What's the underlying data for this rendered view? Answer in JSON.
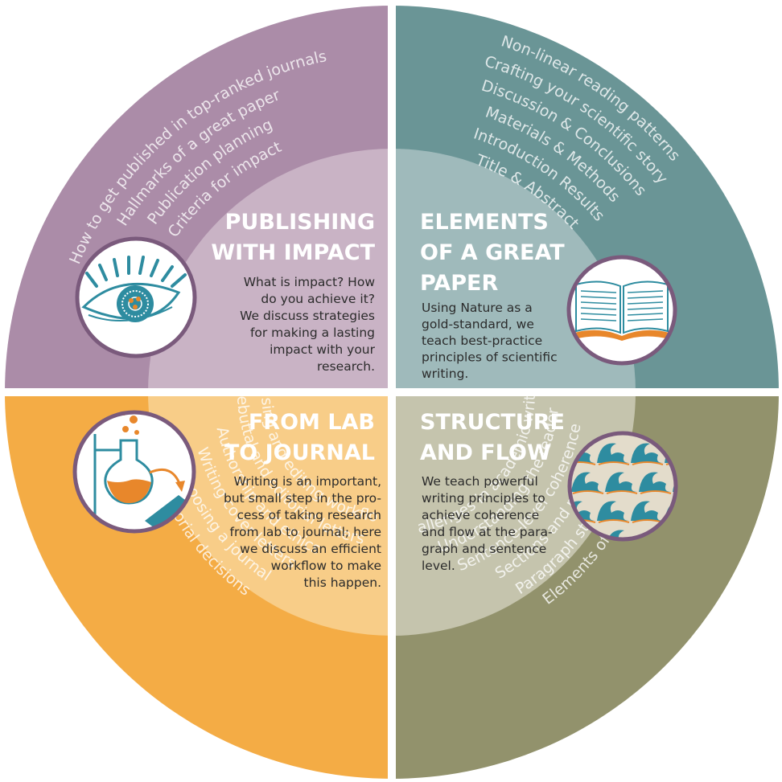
{
  "colors": {
    "publishing": "#ab8ca8",
    "elements": "#6a9596",
    "lab": "#f4ac45",
    "structure": "#92926c",
    "publishing_inner": "#c9b3c5",
    "elements_inner": "#9fbabb",
    "lab_inner": "#f8cd88",
    "structure_inner": "#c5c4ad",
    "ring": "#7a5a7c",
    "teal_icon": "#2e8ca0",
    "orange_icon": "#e8872b"
  },
  "quadrants": {
    "publishing": {
      "title_lines": [
        "PUBLISHING",
        "WITH IMPACT"
      ],
      "description_lines": [
        "What is impact? How",
        "do you achieve it?",
        "We discuss strategies",
        "for making a lasting",
        "impact with your",
        "research."
      ],
      "topics": [
        "How to get published in top-ranked journals",
        "Hallmarks of a great paper",
        "Publication planning",
        "Criteria for impact"
      ],
      "icon": "eye-icon"
    },
    "elements": {
      "title_lines": [
        "ELEMENTS",
        "OF A GREAT",
        "PAPER"
      ],
      "description_lines": [
        "Using Nature as a",
        "gold-standard, we",
        "teach best-practice",
        "principles of scientific",
        "writing."
      ],
      "topics": [
        "Non-linear reading patterns",
        "Crafting your scientific story",
        "Discussion & Conclusions",
        "Materials & Methods",
        "Introduction    Results",
        "Title & Abstract"
      ],
      "icon": "open-book-icon"
    },
    "lab": {
      "title_lines": [
        "FROM LAB",
        "TO JOURNAL"
      ],
      "description_lines": [
        "Writing is an important,",
        "but small step in the pro-",
        "cess of taking research",
        "from lab to journal; here",
        "we discuss an efficient",
        "workflow to make",
        "this happen."
      ],
      "topics": [
        "Editorial decisions",
        "Choosing a journal",
        "Writing cover letters",
        "Authorship and ethics",
        "Rebuttal and editorial letters",
        "Revising and editing workflow"
      ],
      "icon": "flask-icon"
    },
    "structure": {
      "title_lines": [
        "STRUCTURE",
        "AND FLOW"
      ],
      "description_lines": [
        "We teach powerful",
        "writing principles to",
        "achieve coherence",
        "and flow at the para-",
        "graph and sentence",
        "level."
      ],
      "topics": [
        "Elements of style",
        "Paragraph structure",
        "Sections and papers",
        "Sentence-level coherence",
        "Understanding the reader",
        "Challenges in academic writing"
      ],
      "icon": "waves-icon"
    }
  }
}
